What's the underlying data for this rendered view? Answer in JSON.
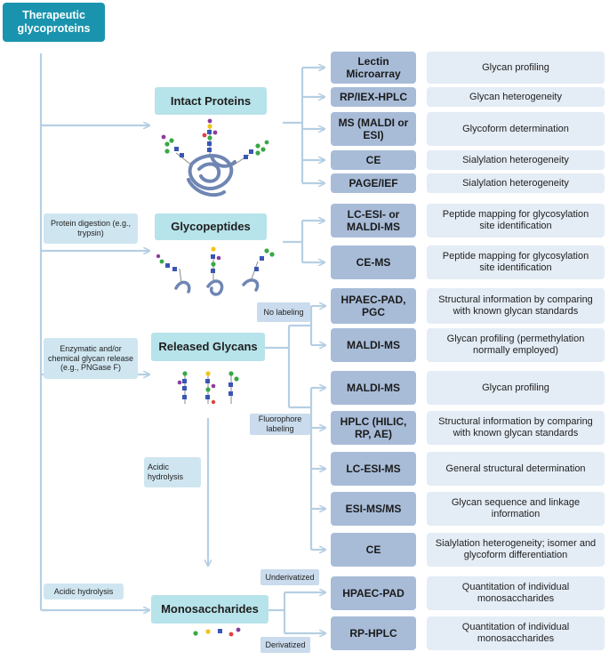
{
  "root": {
    "label": "Therapeutic glycoproteins"
  },
  "categories": {
    "intact_proteins": "Intact Proteins",
    "glycopeptides": "Glycopeptides",
    "released_glycans": "Released Glycans",
    "monosaccharides": "Monosaccharides"
  },
  "steps": {
    "protein_digestion": "Protein digestion (e.g., trypsin)",
    "enzymatic_release": "Enzymatic and/or chemical glycan release (e.g., PNGase F)",
    "acidic_hydrolysis_left": "Acidic hydrolysis",
    "acidic_hydrolysis_mid": "Acidic hydrolysis"
  },
  "labels": {
    "no_labeling": "No labeling",
    "fluorophore_labeling": "Fluorophore labeling",
    "underivatized": "Underivatized",
    "derivatized": "Derivatized"
  },
  "rows": [
    {
      "method": "Lectin Microarray",
      "desc": "Glycan profiling"
    },
    {
      "method": "RP/IEX-HPLC",
      "desc": "Glycan heterogeneity"
    },
    {
      "method": "MS (MALDI or ESI)",
      "desc": "Glycoform determination"
    },
    {
      "method": "CE",
      "desc": "Sialylation heterogeneity"
    },
    {
      "method": "PAGE/IEF",
      "desc": "Sialylation heterogeneity"
    },
    {
      "method": "LC-ESI- or MALDI-MS",
      "desc": "Peptide mapping  for glycosylation site identification"
    },
    {
      "method": "CE-MS",
      "desc": "Peptide mapping  for glycosylation site identification"
    },
    {
      "method": "HPAEC-PAD, PGC",
      "desc": "Structural information by comparing with known glycan standards"
    },
    {
      "method": "MALDI-MS",
      "desc": "Glycan profiling (permethylation normally employed)"
    },
    {
      "method": "MALDI-MS",
      "desc": "Glycan profiling"
    },
    {
      "method": "HPLC (HILIC, RP, AE)",
      "desc": "Structural information by comparing with known glycan standards"
    },
    {
      "method": "LC-ESI-MS",
      "desc": "General structural determination"
    },
    {
      "method": "ESI-MS/MS",
      "desc": "Glycan sequence and linkage information"
    },
    {
      "method": "CE",
      "desc": "Sialylation heterogeneity; isomer and glycoform differentiation"
    },
    {
      "method": "HPAEC-PAD",
      "desc": "Quantitation  of individual monosaccharides"
    },
    {
      "method": "RP-HPLC",
      "desc": "Quantitation  of individual monosaccharides"
    }
  ],
  "colors": {
    "root": "#1a94ae",
    "category": "#b7e3ea",
    "method": "#a8bcd8",
    "description": "#e4ecf5",
    "connector": "#b5cfe3"
  },
  "icons": {
    "intact_proteins": "glycoprotein-structure-icon",
    "glycopeptides": "glycopeptide-structures-icon",
    "released_glycans": "glycan-chains-icon",
    "monosaccharides": "monosaccharide-dots-icon"
  }
}
